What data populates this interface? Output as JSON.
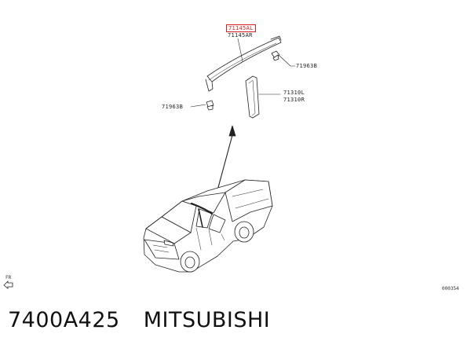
{
  "parts": {
    "highlighted_part": "71145AL",
    "part_71145AR": "71145AR",
    "part_71963B_right": "71963B",
    "part_71963B_left": "71963B",
    "part_71310L": "71310L",
    "part_71310R": "71310R"
  },
  "orientation": {
    "label": "FR",
    "icon": "front-arrow-icon"
  },
  "drawing_number": "000354",
  "caption": {
    "part_number": "7400A425",
    "brand": "MITSUBISHI"
  },
  "colors": {
    "highlight": "#d42020",
    "line": "#222222"
  }
}
